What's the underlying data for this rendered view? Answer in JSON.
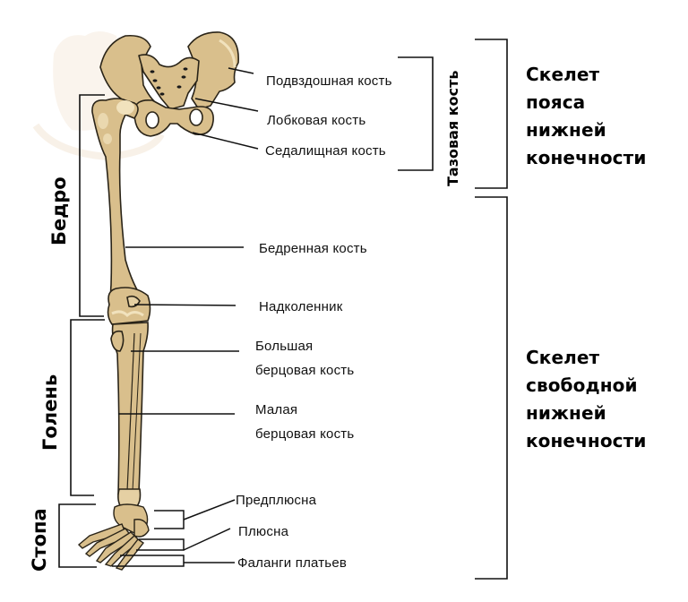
{
  "colors": {
    "bone": "#d9bf8c",
    "bone_shadow": "#c2a46e",
    "bone_highlight": "#f1e2bd",
    "outline": "#2a2418",
    "line": "#111111",
    "watermark": "#f4eadf"
  },
  "labels": {
    "ilium": "Подвздошная кость",
    "pubis": "Лобковая кость",
    "ischium": "Седалищная кость",
    "femur": "Бедренная кость",
    "patella": "Надколенник",
    "tibia": [
      "Большая",
      "берцовая кость"
    ],
    "fibula": [
      "Малая",
      "берцовая кость"
    ],
    "tarsus": "Предплюсна",
    "metatarsus": "Плюсна",
    "phalanges": "Фаланги платьев"
  },
  "region_labels": {
    "pelvic_bone": "Тазовая кость",
    "thigh": "Бедро",
    "shin": "Голень",
    "foot": "Стопа"
  },
  "group_labels": {
    "girdle": [
      "Скелет",
      "пояса",
      "нижней",
      "конечности"
    ],
    "free_limb": [
      "Скелет",
      "свободной",
      "нижней",
      "конечности"
    ]
  }
}
